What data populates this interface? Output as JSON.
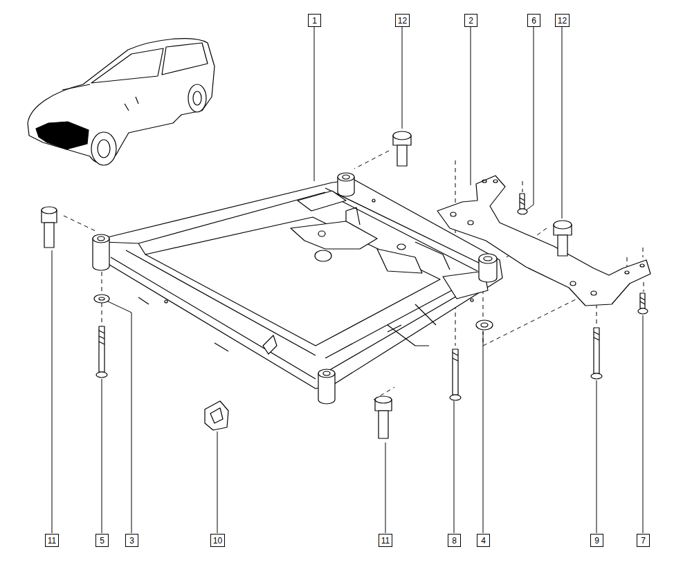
{
  "diagram": {
    "nodes": [
      {
        "text": [
          "1"
        ]
      },
      {
        "text": [
          "12"
        ]
      },
      {
        "text": [
          "2"
        ]
      },
      {
        "text": [
          "6"
        ]
      },
      {
        "text": [
          "12"
        ]
      },
      {
        "text": [
          "11"
        ]
      },
      {
        "text": [
          "5"
        ]
      },
      {
        "text": [
          "3"
        ]
      },
      {
        "text": [
          "10"
        ]
      },
      {
        "text": [
          "11"
        ]
      },
      {
        "text": [
          "8"
        ]
      },
      {
        "text": [
          "4"
        ]
      },
      {
        "text": [
          "9"
        ]
      },
      {
        "text": [
          "7"
        ]
      }
    ]
  }
}
